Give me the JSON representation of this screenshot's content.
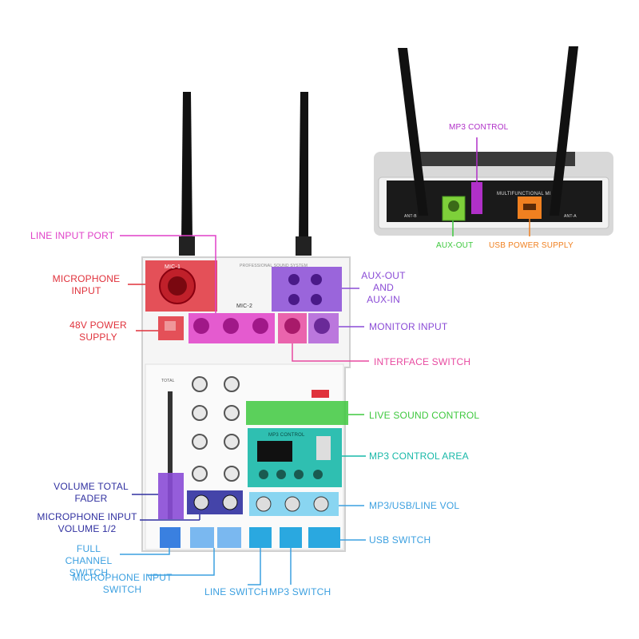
{
  "colors": {
    "red": "#e0323c",
    "magenta": "#e040c8",
    "purple": "#8a4bd6",
    "pink": "#e84aa0",
    "green": "#3ec83e",
    "teal": "#18b8a8",
    "blue": "#3ca0e0",
    "navy": "#3030a0",
    "orange": "#f08020",
    "mp3_purple": "#b030c8"
  },
  "labels": {
    "line_input_port": "LINE INPUT PORT",
    "microphone_input": "MICROPHONE INPUT",
    "power_48v": "48V POWER SUPPLY",
    "aux_out_in": "AUX-OUT AND AUX-IN",
    "monitor_input": "MONITOR INPUT",
    "interface_switch": "INTERFACE SWITCH",
    "live_sound_control": "LIVE SOUND CONTROL",
    "mp3_control_area": "MP3 CONTROL AREA",
    "volume_total_fader": "VOLUME TOTAL FADER",
    "mic_input_volume": "MICROPHONE INPUT VOLUME 1/2",
    "mp3_usb_line_vol": "MP3/USB/LINE VOL",
    "full_channel_switch": "FULL CHANNEL SWITCH",
    "usb_switch": "USB SWITCH",
    "mic_input_switch": "MICROPHONE INPUT SWITCH",
    "line_switch": "LINE SWITCH",
    "mp3_switch": "MP3 SWITCH",
    "mp3_control": "MP3 CONTROL",
    "aux_out": "AUX-OUT",
    "usb_power_supply": "USB POWER SUPPLY"
  },
  "device_text": {
    "mic1": "MIC-1",
    "mic2": "MIC-2",
    "brand": "PROFESSIONAL SOUND SYSTEM",
    "mp3_screen": "MP3 CONTROL",
    "multifunctional": "MULTIFUNCTIONAL MI",
    "ant_b": "ANT-B",
    "ant_a": "ANT-A",
    "total": "TOTAL"
  }
}
